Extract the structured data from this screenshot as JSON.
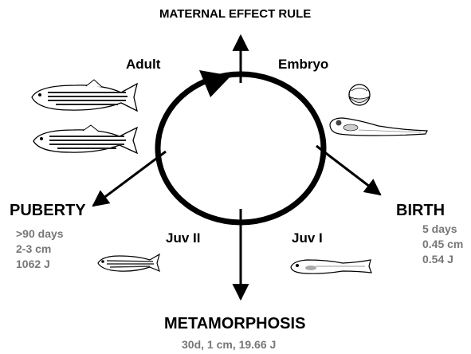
{
  "title": "MATERNAL EFFECT RULE",
  "stages": {
    "adult": "Adult",
    "embryo": "Embryo",
    "juv1": "Juv I",
    "juv2": "Juv II"
  },
  "events": {
    "puberty": {
      "label": "PUBERTY",
      "stats": [
        ">90 days",
        "2-3 cm",
        "1062 J"
      ]
    },
    "birth": {
      "label": "BIRTH",
      "stats": [
        "5 days",
        "0.45 cm",
        "0.54 J"
      ]
    },
    "metamorphosis": {
      "label": "METAMORPHOSIS",
      "stats_line": "30d,  1 cm, 19.66 J"
    }
  },
  "colors": {
    "stroke": "#000000",
    "stats_text": "#777777",
    "fish_stripe": "#222222",
    "egg_yolk": "#dddddd"
  },
  "icons": {
    "adult_fish_1": "zebrafish-adult-icon",
    "adult_fish_2": "zebrafish-adult-icon",
    "egg": "egg-icon",
    "larva": "larva-icon",
    "juv1": "juvenile-fish-icon",
    "juv2": "juvenile-fish-icon"
  }
}
